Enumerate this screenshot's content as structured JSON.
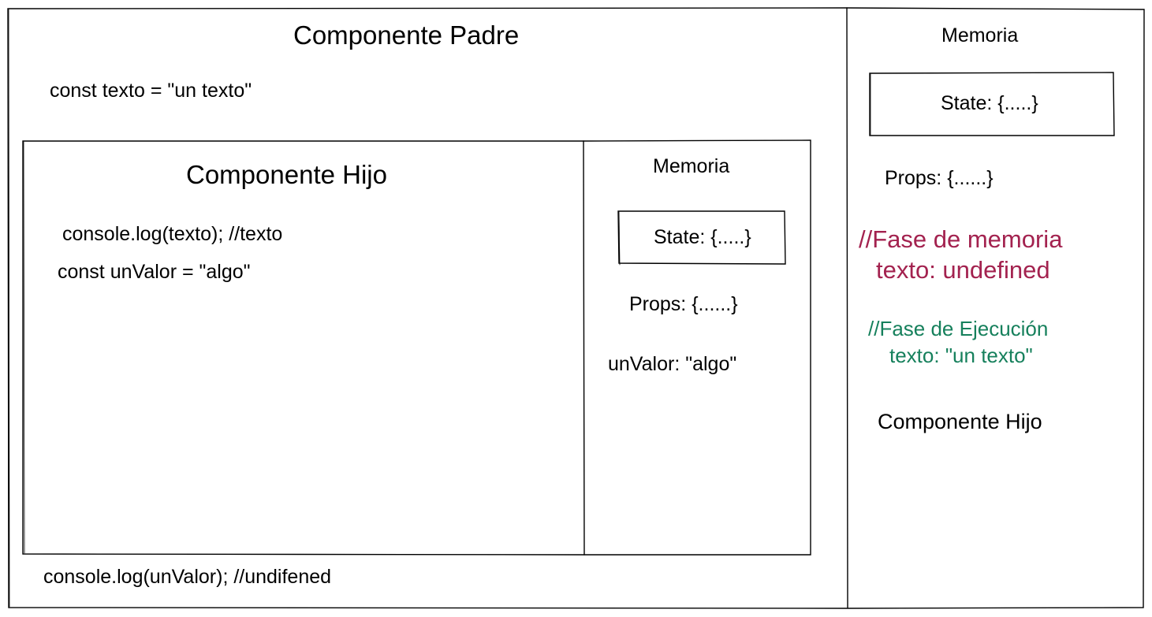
{
  "parent": {
    "title": "Componente Padre",
    "declaration": "const texto = \"un texto\"",
    "bottom_log": "console.log(unValor); //undifened"
  },
  "child": {
    "title": "Componente Hijo",
    "log_line": "console.log(texto); //texto",
    "declaration": "const unValor = \"algo\"",
    "memory": {
      "title": "Memoria",
      "state": "State: {.....}",
      "props": "Props: {......}",
      "value": "unValor: \"algo\""
    }
  },
  "parent_memory": {
    "title": "Memoria",
    "state": "State: {.....}",
    "props": "Props: {......}",
    "memory_phase": {
      "heading": "//Fase de memoria",
      "value": "texto: undefined",
      "color": "#a3224f"
    },
    "execution_phase": {
      "heading": "//Fase de Ejecución",
      "value": "texto: \"un texto\"",
      "color": "#16805c"
    },
    "child_ref": "Componente Hijo"
  }
}
